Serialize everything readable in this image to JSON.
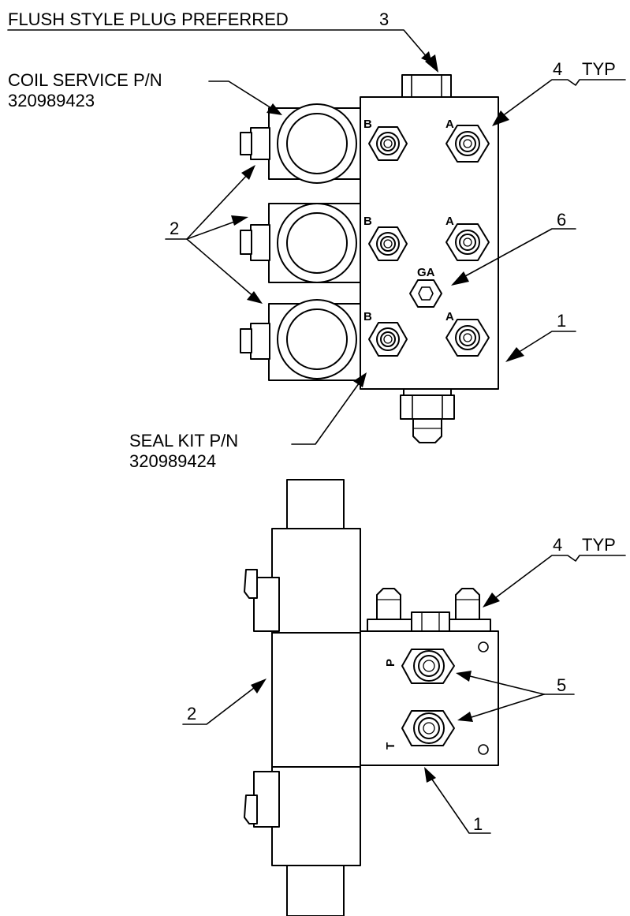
{
  "labels": {
    "flush_plug": "FLUSH STYLE PLUG PREFERRED",
    "flush_plug_item": "3",
    "coil_service_line1": "COIL SERVICE P/N",
    "coil_service_line2": "320989423",
    "typ_top_number": "4",
    "typ_top_text": "TYP",
    "item_2_top": "2",
    "item_6": "6",
    "item_1_top": "1",
    "seal_kit_line1": "SEAL KIT P/N",
    "seal_kit_line2": "320989424",
    "typ_bottom_number": "4",
    "typ_bottom_text": "TYP",
    "item_5": "5",
    "item_2_bottom": "2",
    "item_1_bottom": "1"
  },
  "ports": {
    "b1": "B",
    "a1": "A",
    "b2": "B",
    "a2": "A",
    "ga": "GA",
    "b3": "B",
    "a3": "A",
    "p": "P",
    "t": "T"
  }
}
